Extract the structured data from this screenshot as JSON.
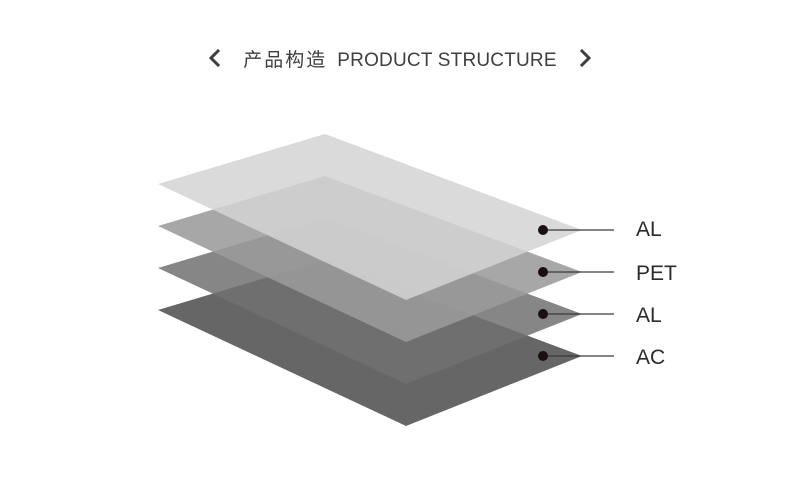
{
  "header": {
    "title_cn": "产品构造",
    "title_en": "PRODUCT STRUCTURE",
    "prev_icon": "chevron-left-icon",
    "next_icon": "chevron-right-icon"
  },
  "layers": [
    {
      "label": "AL",
      "color": "#d4d4d4",
      "opacity": 0.85
    },
    {
      "label": "PET",
      "color": "#9b9b9b",
      "opacity": 0.88
    },
    {
      "label": "AL",
      "color": "#717171",
      "opacity": 0.85
    },
    {
      "label": "AC",
      "color": "#555555",
      "opacity": 0.9
    }
  ],
  "colors": {
    "text": "#3f3f3f",
    "marker": "#1a1010",
    "leader": "#3a3a3a"
  }
}
